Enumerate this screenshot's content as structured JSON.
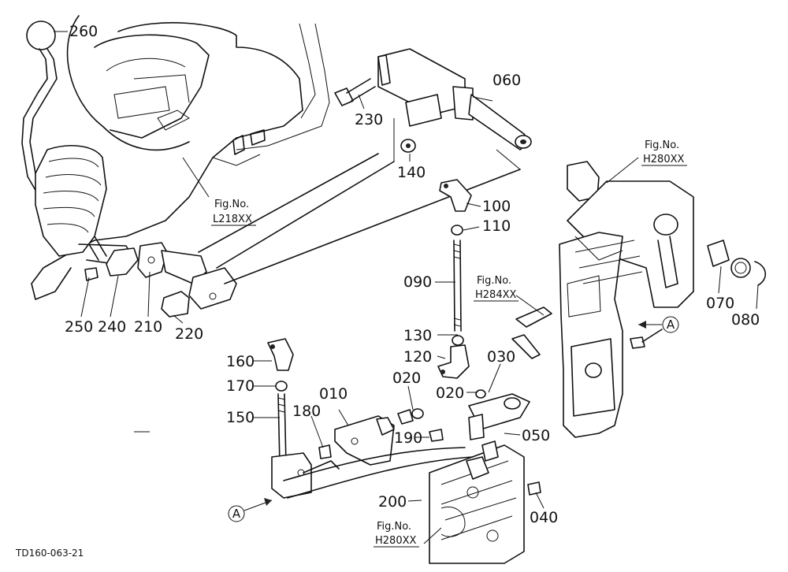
{
  "drawing_code": "TD160-063-21",
  "part_labels": [
    {
      "id": "260",
      "text": "260"
    },
    {
      "id": "230",
      "text": "230"
    },
    {
      "id": "060",
      "text": "060"
    },
    {
      "id": "140",
      "text": "140"
    },
    {
      "id": "100",
      "text": "100"
    },
    {
      "id": "110",
      "text": "110"
    },
    {
      "id": "090",
      "text": "090"
    },
    {
      "id": "130",
      "text": "130"
    },
    {
      "id": "120",
      "text": "120"
    },
    {
      "id": "030",
      "text": "030"
    },
    {
      "id": "020a",
      "text": "020"
    },
    {
      "id": "020b",
      "text": "020"
    },
    {
      "id": "010",
      "text": "010"
    },
    {
      "id": "160",
      "text": "160"
    },
    {
      "id": "170",
      "text": "170"
    },
    {
      "id": "150",
      "text": "150"
    },
    {
      "id": "180",
      "text": "180"
    },
    {
      "id": "190",
      "text": "190"
    },
    {
      "id": "050",
      "text": "050"
    },
    {
      "id": "200",
      "text": "200"
    },
    {
      "id": "040",
      "text": "040"
    },
    {
      "id": "250",
      "text": "250"
    },
    {
      "id": "240",
      "text": "240"
    },
    {
      "id": "210",
      "text": "210"
    },
    {
      "id": "220",
      "text": "220"
    },
    {
      "id": "070",
      "text": "070"
    },
    {
      "id": "080",
      "text": "080"
    }
  ],
  "figure_refs": [
    {
      "id": "l218",
      "title": "Fig.No.",
      "code": "L218XX"
    },
    {
      "id": "h280top",
      "title": "Fig.No.",
      "code": "H280XX"
    },
    {
      "id": "h284",
      "title": "Fig.No.",
      "code": "H284XX"
    },
    {
      "id": "h280bot",
      "title": "Fig.No.",
      "code": "H280XX"
    }
  ],
  "reference_markers": [
    {
      "id": "a-right",
      "text": "A"
    },
    {
      "id": "a-left",
      "text": "A"
    }
  ]
}
